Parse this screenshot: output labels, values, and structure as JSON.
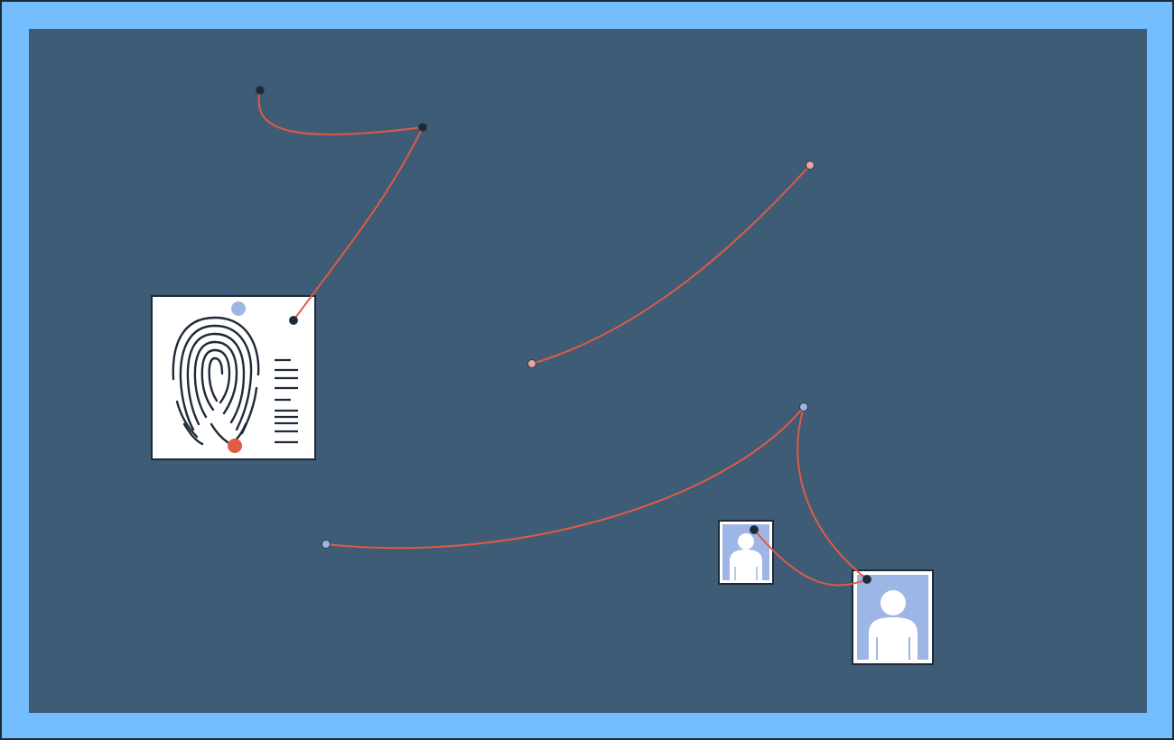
{
  "scene": {
    "name": "evidence-board",
    "board_color": "#3e5c76",
    "frame_color": "#74bdfe",
    "string_color": "#e05a45"
  },
  "pins": [
    {
      "name": "pin-top-left",
      "color": "#1f2a38"
    },
    {
      "name": "pin-top-middle",
      "color": "#1f2a38"
    },
    {
      "name": "pin-fingerprint-card",
      "color": "#1f2a38"
    },
    {
      "name": "pin-pink-top-right",
      "color": "#e8a4a0"
    },
    {
      "name": "pin-pink-center",
      "color": "#e8a4a0"
    },
    {
      "name": "pin-blue-right",
      "color": "#9db6e6"
    },
    {
      "name": "pin-blue-left",
      "color": "#9db6e6"
    },
    {
      "name": "pin-small-photo",
      "color": "#1f2a38"
    },
    {
      "name": "pin-large-photo",
      "color": "#1f2a38"
    }
  ],
  "strings": [
    {
      "name": "string-topleft-to-topmiddle",
      "from": "pin-top-left",
      "to": "pin-top-middle"
    },
    {
      "name": "string-topmiddle-to-fingerprint",
      "from": "pin-top-middle",
      "to": "pin-fingerprint-card"
    },
    {
      "name": "string-pink",
      "from": "pin-pink-center",
      "to": "pin-pink-top-right"
    },
    {
      "name": "string-blue-left-to-blue-right",
      "from": "pin-blue-left",
      "to": "pin-blue-right"
    },
    {
      "name": "string-blue-right-to-large-photo",
      "from": "pin-blue-right",
      "to": "pin-large-photo"
    },
    {
      "name": "string-small-photo-to-large-photo",
      "from": "pin-small-photo",
      "to": "pin-large-photo"
    }
  ],
  "cards": [
    {
      "name": "fingerprint-card",
      "type": "fingerprint",
      "dot_top_color": "#9db6e6",
      "dot_bottom_color": "#e05a45"
    },
    {
      "name": "small-photo-card",
      "type": "portrait",
      "color": "#9db6e6"
    },
    {
      "name": "large-photo-card",
      "type": "portrait",
      "color": "#9db6e6"
    }
  ]
}
